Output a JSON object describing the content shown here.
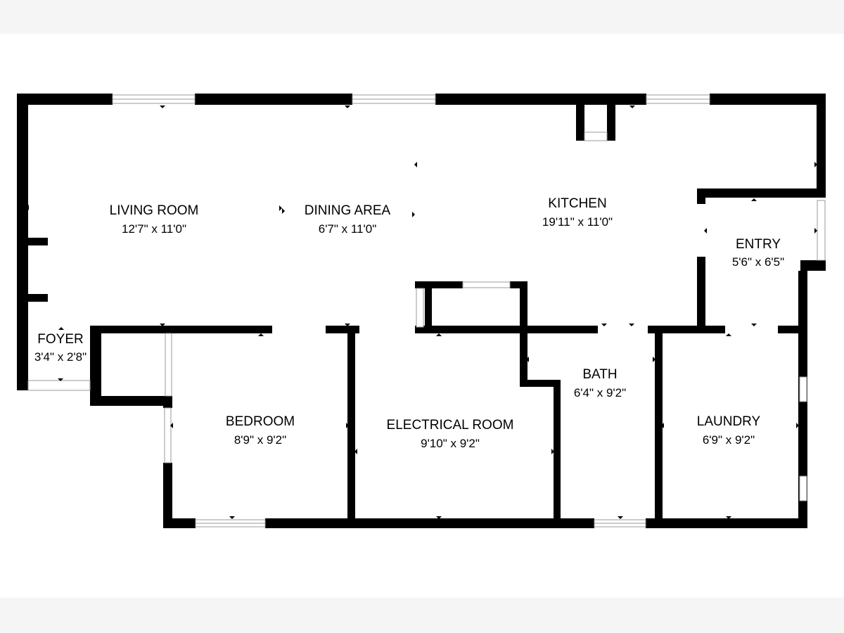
{
  "colors": {
    "wall": "#000000",
    "floor": "#ffffff",
    "background": "#f5f5f5",
    "window_frame": "#9a9a9a"
  },
  "rooms": [
    {
      "id": "living-room",
      "name": "LIVING ROOM",
      "dims": "12'7\" x 11'0\""
    },
    {
      "id": "dining-area",
      "name": "DINING AREA",
      "dims": "6'7\" x 11'0\""
    },
    {
      "id": "kitchen",
      "name": "KITCHEN",
      "dims": "19'11\" x 11'0\""
    },
    {
      "id": "entry",
      "name": "ENTRY",
      "dims": "5'6\" x 6'5\""
    },
    {
      "id": "foyer",
      "name": "FOYER",
      "dims": "3'4\" x 2'8\""
    },
    {
      "id": "bedroom",
      "name": "BEDROOM",
      "dims": "8'9\" x 9'2\""
    },
    {
      "id": "electrical-room",
      "name": "ELECTRICAL ROOM",
      "dims": "9'10\" x 9'2\""
    },
    {
      "id": "bath",
      "name": "BATH",
      "dims": "6'4\" x 9'2\""
    },
    {
      "id": "laundry",
      "name": "LAUNDRY",
      "dims": "6'9\" x 9'2\""
    }
  ]
}
